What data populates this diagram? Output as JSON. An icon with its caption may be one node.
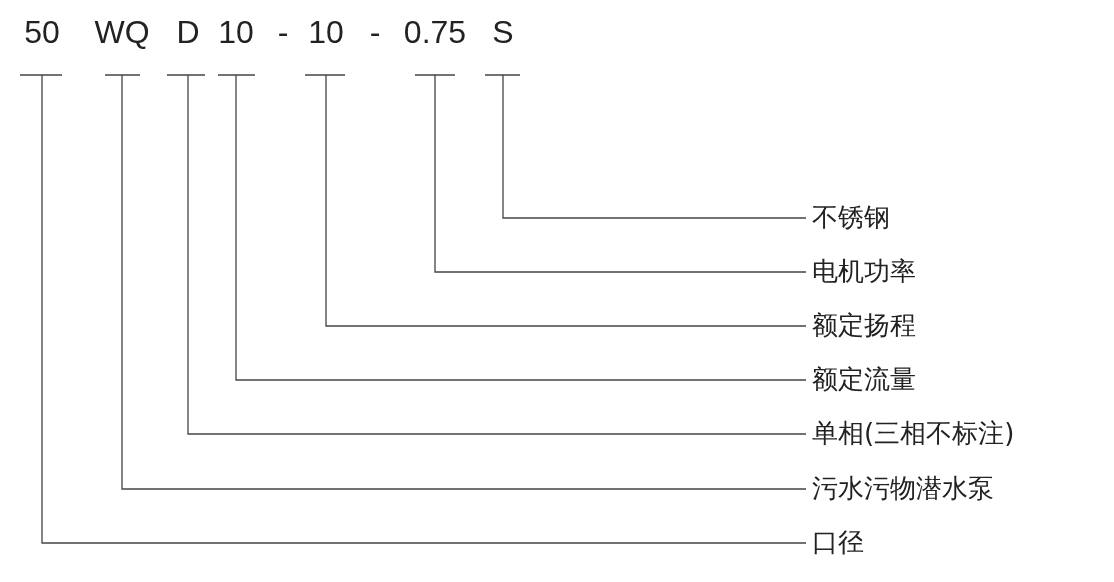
{
  "diagram": {
    "nodes": [
      {
        "text": [
          "50"
        ]
      },
      {
        "text": [
          "WQ"
        ]
      },
      {
        "text": [
          "D"
        ]
      },
      {
        "text": [
          "10"
        ]
      },
      {
        "text": [
          "10"
        ]
      },
      {
        "text": [
          "0.75"
        ]
      },
      {
        "text": [
          "S"
        ]
      },
      {
        "text": [
          "不锈钢"
        ]
      },
      {
        "text": [
          "电机功率"
        ]
      },
      {
        "text": [
          "额定扬程"
        ]
      },
      {
        "text": [
          "额定流量"
        ]
      },
      {
        "text": [
          "单相(三相不标注)"
        ]
      },
      {
        "text": [
          "污水污物潜水泵"
        ]
      },
      {
        "text": [
          "口径"
        ]
      }
    ],
    "edges": [
      {
        "from": 6,
        "to": 7,
        "arrow": "none"
      },
      {
        "from": 5,
        "to": 8,
        "arrow": "none"
      },
      {
        "from": 4,
        "to": 9,
        "arrow": "none"
      },
      {
        "from": 3,
        "to": 10,
        "arrow": "none"
      },
      {
        "from": 2,
        "to": 11,
        "arrow": "none"
      },
      {
        "from": 1,
        "to": 12,
        "arrow": "none"
      },
      {
        "from": 0,
        "to": 13,
        "arrow": "none"
      }
    ],
    "labels": [
      "-",
      "-"
    ]
  }
}
